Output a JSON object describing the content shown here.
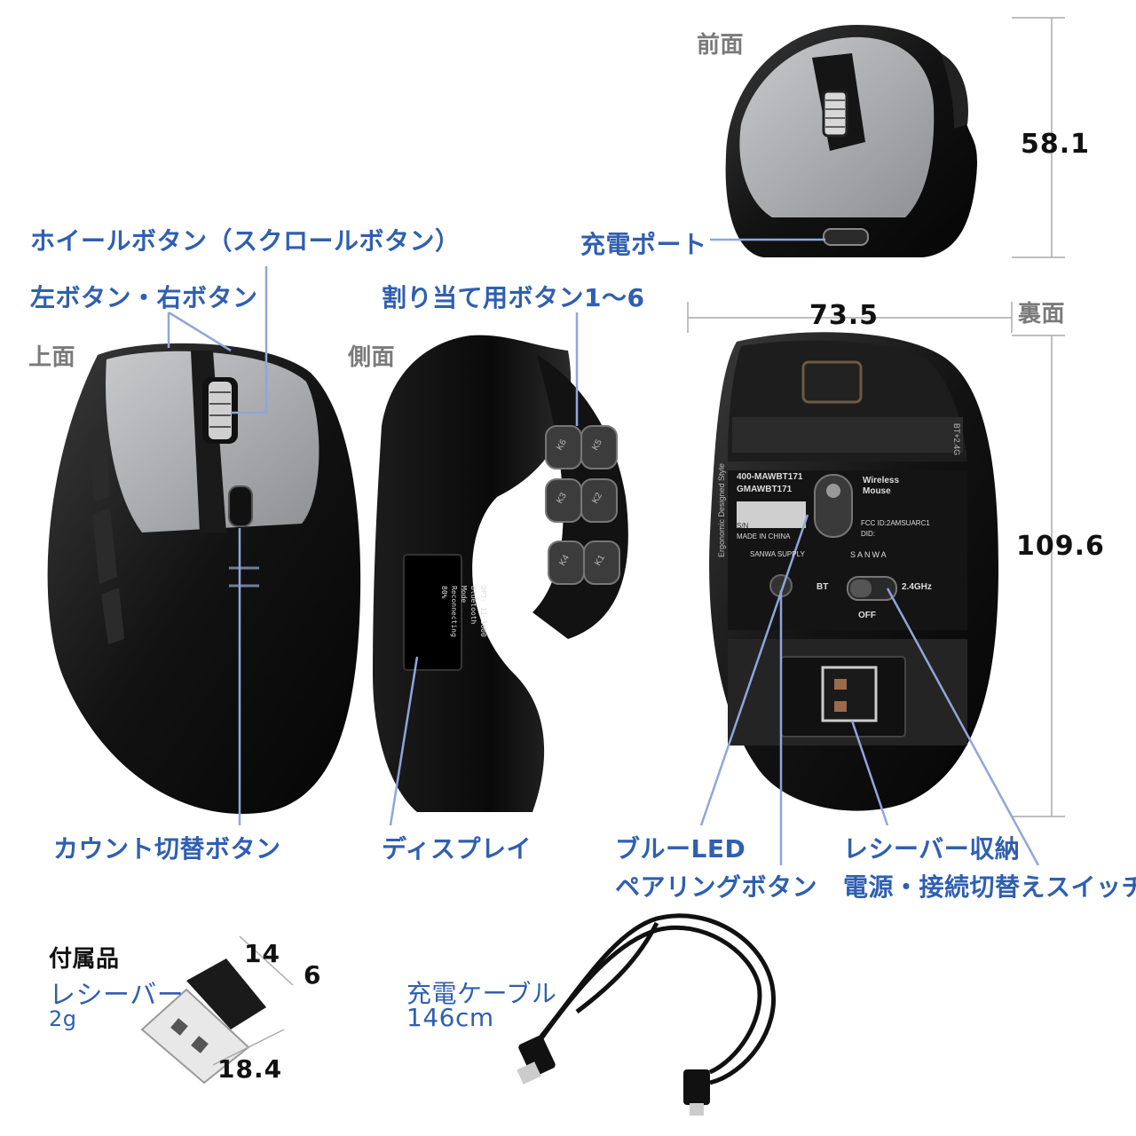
{
  "views": {
    "front": "前面",
    "top": "上面",
    "side": "側面",
    "back": "裏面"
  },
  "callouts": {
    "wheel_button": "ホイールボタン（スクロールボタン）",
    "left_right_buttons": "左ボタン・右ボタン",
    "assign_buttons": "割り当て用ボタン1～6",
    "charge_port": "充電ポート",
    "count_switch": "カウント切替ボタン",
    "display": "ディスプレイ",
    "blue_led": "ブルーLED",
    "pairing_button": "ペアリングボタン",
    "receiver_storage": "レシーバー収納",
    "power_switch": "電源・接続切替えスイッチ"
  },
  "dimensions": {
    "height": "58.1",
    "width": "73.5",
    "length": "109.6",
    "receiver_w": "14",
    "receiver_h": "6",
    "receiver_l": "18.4"
  },
  "accessories": {
    "title": "付属品",
    "receiver_name": "レシーバー",
    "receiver_weight": "2g",
    "cable_name": "充電ケーブル",
    "cable_length": "146cm"
  },
  "display_screen": {
    "line1": "DPI: II 1600",
    "line2": "Bluetooth Mode",
    "line3": "Reconnecting",
    "battery": "80%"
  },
  "bottom_label": {
    "model1": "400-MAWBT171",
    "model2": "GMAWBT171",
    "wireless": "Wireless",
    "mouse": "Mouse",
    "sn": "S/N",
    "made": "MADE IN CHINA",
    "fcc": "FCC ID:2AMSUARC1",
    "did": "DID:",
    "brand1": "SANWA SUPPLY",
    "brand2": "SANWA",
    "bt": "BT",
    "ghz": "2.4GHz",
    "off": "OFF",
    "side_text": "Ergonomic Designed Style",
    "side_text2": "BT+2.4G"
  },
  "side_keys": [
    "K6",
    "K5",
    "K3",
    "K2",
    "K4",
    "K1"
  ],
  "colors": {
    "callout_blue": "#2f5fb0",
    "leader_line": "#8fa6dc",
    "mouse_black": "#141414",
    "mouse_silver": "#a7a9ac"
  }
}
